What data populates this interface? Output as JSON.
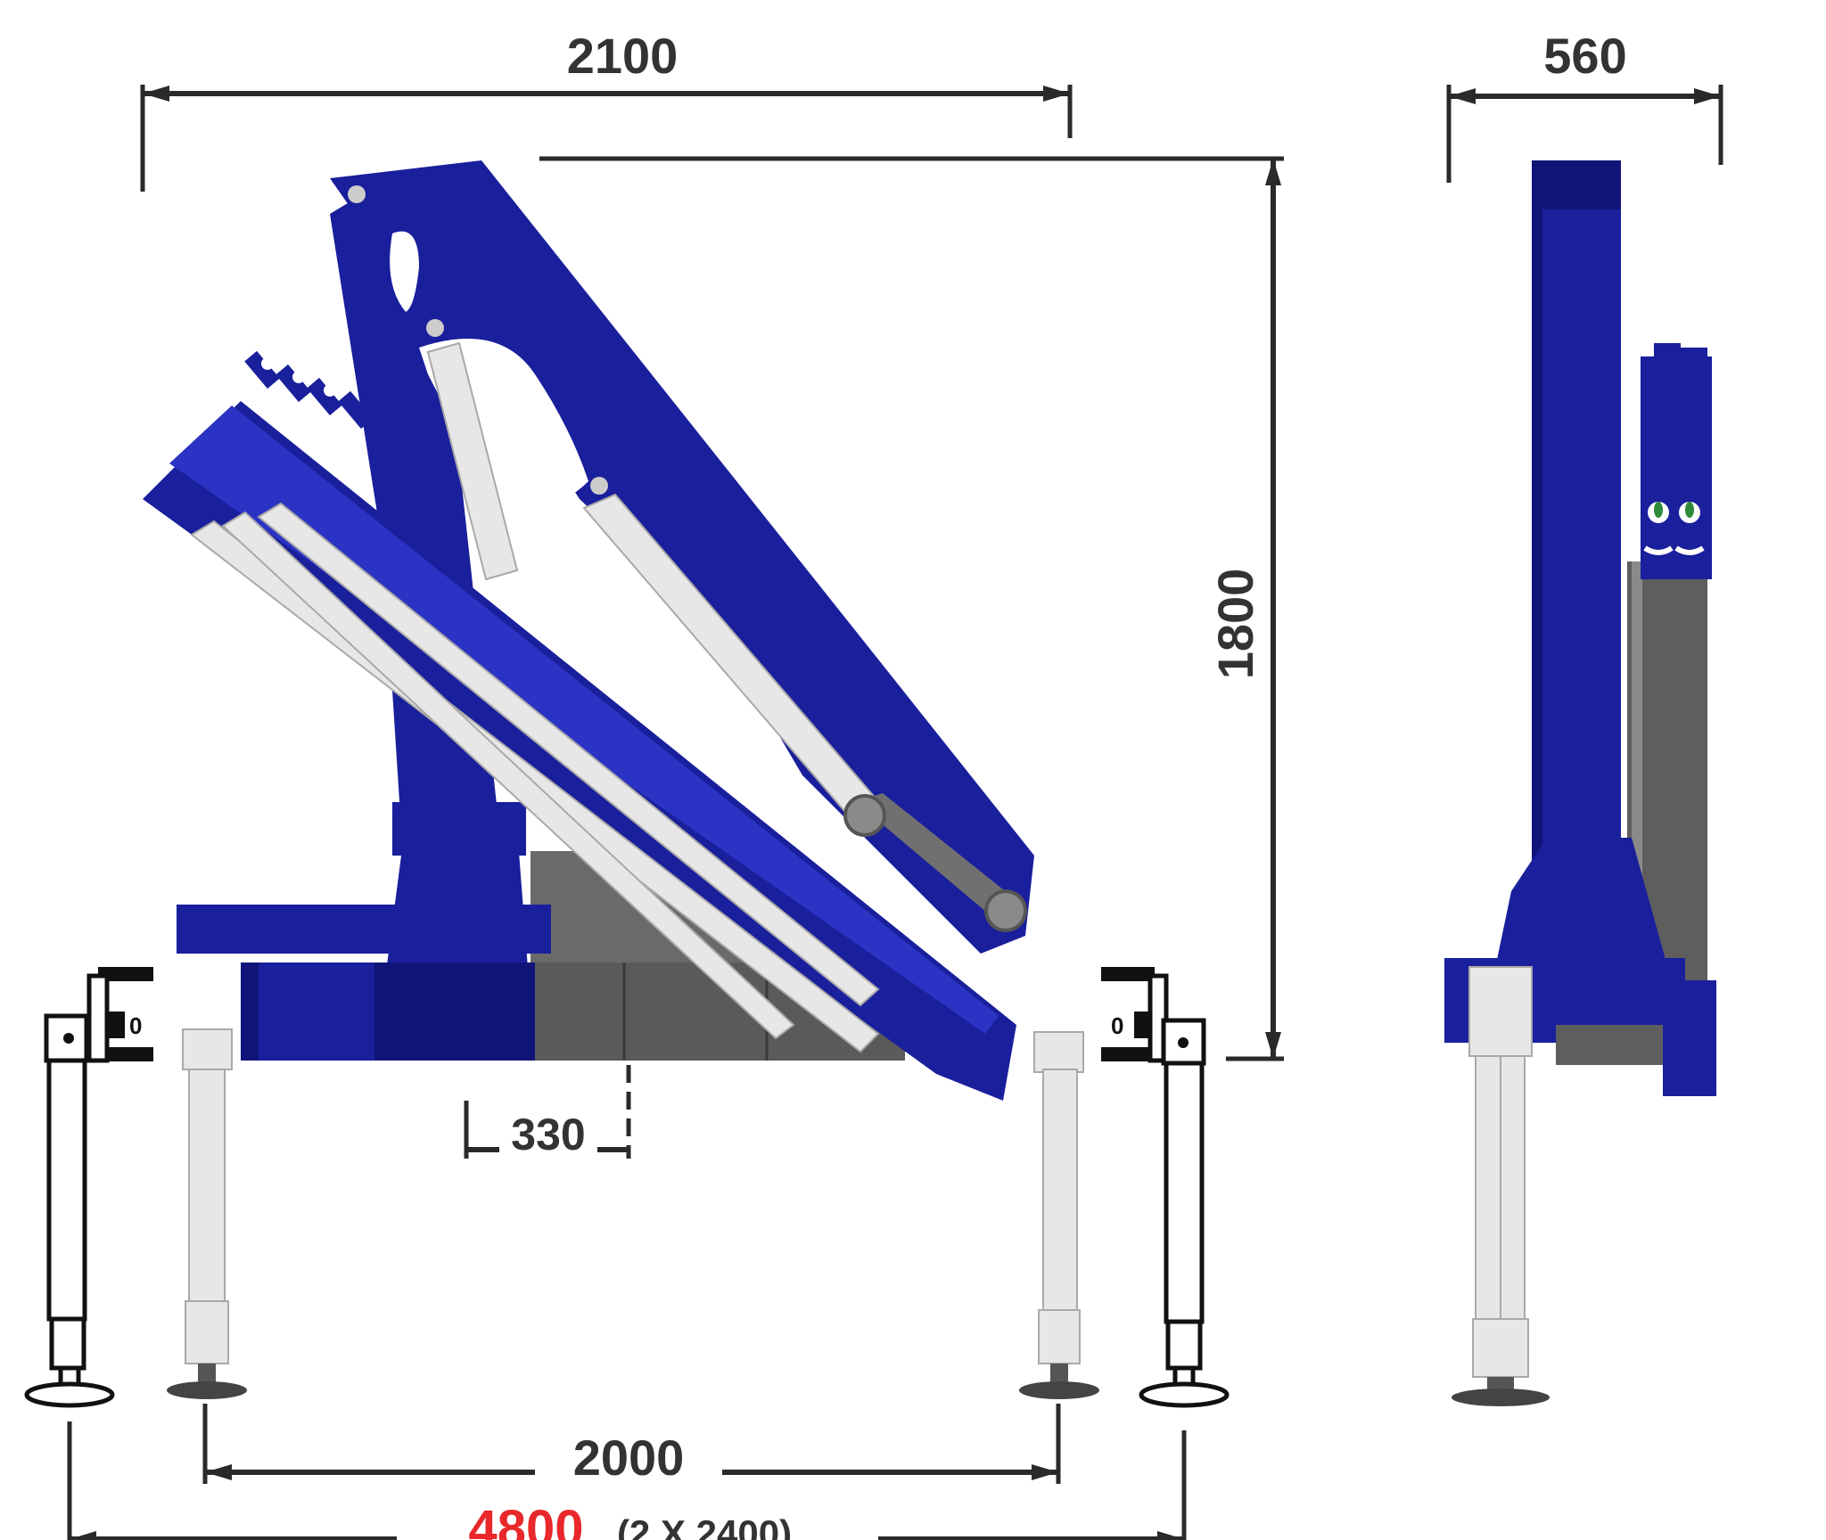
{
  "dimensions": {
    "top_width": "2100",
    "side_width": "560",
    "height": "1800",
    "column_offset": "330",
    "stabilizer_inner": "2000",
    "stabilizer_total": "4800",
    "stabilizer_total_detail": "(2 X 2400)"
  },
  "colors": {
    "crane_blue": "#1a1f9c",
    "steel": "#e7e7e7",
    "base_grey": "#5a5a5a",
    "highlight_red": "#e8282b",
    "dimension_text": "#333333"
  }
}
